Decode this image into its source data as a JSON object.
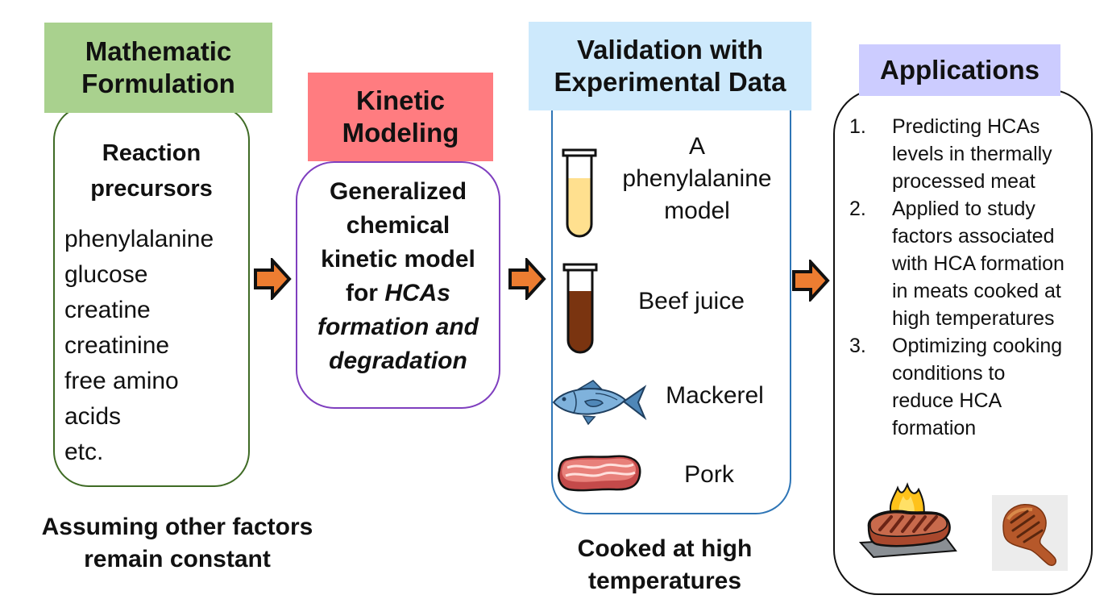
{
  "colors": {
    "math_header_bg": "#a9d18e",
    "kinetic_header_bg": "#ff7c80",
    "validation_header_bg": "#cde9fc",
    "applications_header_bg": "#ccccff",
    "math_border": "#3f6b25",
    "kinetic_border": "#7f3fbf",
    "validation_border": "#2e75b6",
    "applications_border": "#111111",
    "arrow_fill": "#ed7d31"
  },
  "stages": {
    "math": {
      "header": [
        "Mathematic",
        "Formulation"
      ],
      "subheading": [
        "Reaction",
        "precursors"
      ],
      "precursors": [
        "phenylalanine",
        "glucose",
        "creatine",
        "creatinine",
        "free amino",
        "acids",
        "etc."
      ],
      "caption": [
        "Assuming other factors",
        "remain constant"
      ]
    },
    "kinetic": {
      "header": [
        "Kinetic",
        "Modeling"
      ],
      "body_lines": [
        {
          "text": "Generalized",
          "italic": false
        },
        {
          "text": "chemical",
          "italic": false
        },
        {
          "text": "kinetic model",
          "italic": false
        }
      ],
      "line4_plain": "for ",
      "line4_italic": "HCAs",
      "body_italic_lines": [
        "formation and",
        "degradation"
      ]
    },
    "validation": {
      "header": [
        "Validation with",
        "Experimental Data"
      ],
      "items": [
        {
          "label_lines": [
            "A",
            "phenylalanine",
            "model"
          ],
          "icon": "test-tube-yellow-icon"
        },
        {
          "label_lines": [
            "Beef juice"
          ],
          "icon": "test-tube-brown-icon"
        },
        {
          "label_lines": [
            "Mackerel"
          ],
          "icon": "fish-icon"
        },
        {
          "label_lines": [
            "Pork"
          ],
          "icon": "pork-meat-icon"
        }
      ],
      "caption": [
        "Cooked at high",
        "temperatures"
      ]
    },
    "applications": {
      "header": "Applications",
      "items": [
        {
          "num": "1.",
          "lines": [
            "Predicting HCAs",
            "levels in thermally",
            "processed meat"
          ]
        },
        {
          "num": "2.",
          "lines": [
            "Applied to study",
            "factors associated",
            "with HCA formation",
            "in meats cooked at",
            "high temperatures"
          ]
        },
        {
          "num": "3.",
          "lines": [
            "Optimizing cooking",
            "conditions to",
            "reduce HCA",
            "formation"
          ]
        }
      ],
      "images": [
        "grilled-steak-icon",
        "grilled-chicken-leg-image"
      ]
    }
  },
  "arrows": [
    "arrow-right-icon",
    "arrow-right-icon",
    "arrow-right-icon"
  ]
}
